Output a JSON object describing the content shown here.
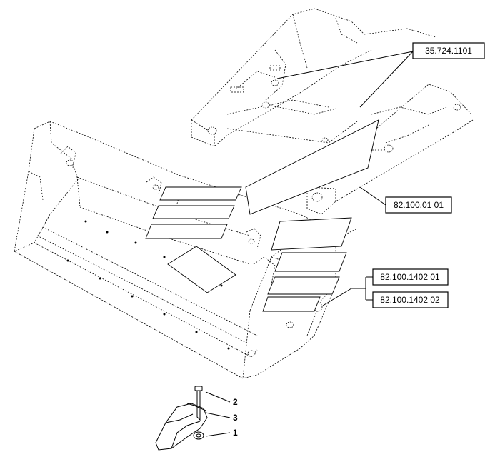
{
  "references": {
    "loader_arm": "35.724.1101",
    "bucket_mount": "82.100.01 01",
    "bucket_variant_a": "82.100.1402 01",
    "bucket_variant_b": "82.100.1402 02"
  },
  "callouts": {
    "nut": "1",
    "bolt": "2",
    "tooth_adapter": "3"
  },
  "colors": {
    "line": "#000000",
    "background": "#ffffff"
  }
}
